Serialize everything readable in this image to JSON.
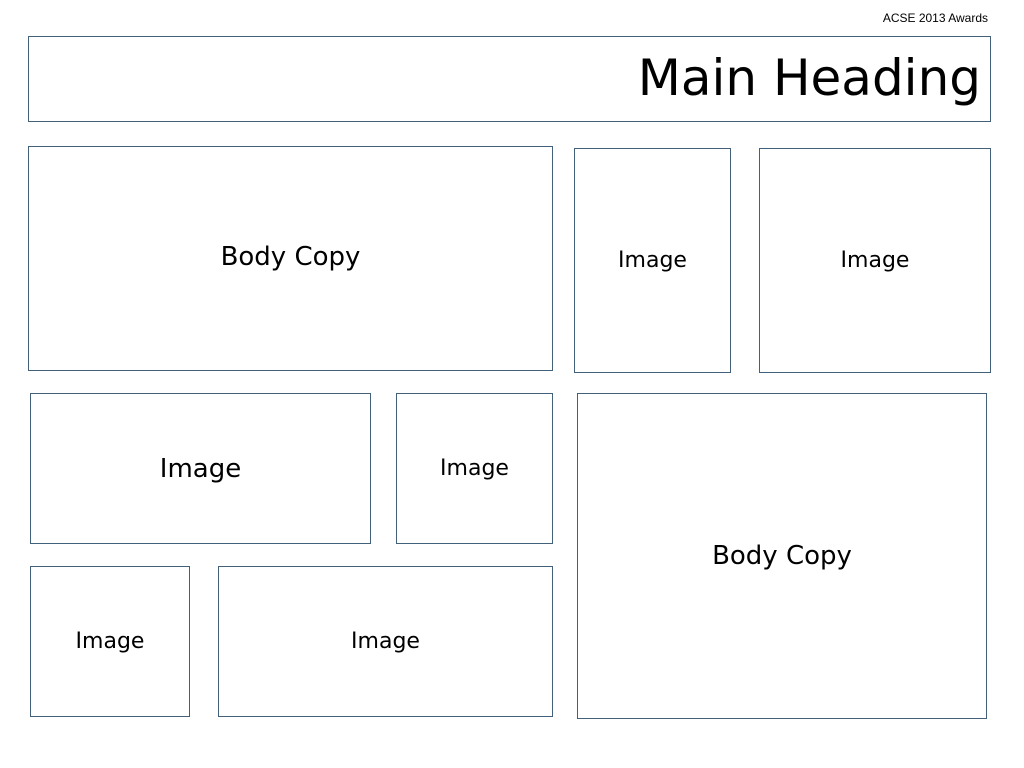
{
  "header": {
    "top_note": "ACSE 2013 Awards",
    "main_heading": "Main Heading"
  },
  "blocks": {
    "body_copy_top": "Body Copy",
    "image_top_narrow": "Image",
    "image_top_wide": "Image",
    "image_mid_wide": "Image",
    "image_mid_narrow": "Image",
    "image_bottom_narrow": "Image",
    "image_bottom_wide": "Image",
    "body_copy_right": "Body Copy"
  },
  "colors": {
    "border": "#44617b",
    "background": "#ffffff",
    "text": "#000000"
  }
}
